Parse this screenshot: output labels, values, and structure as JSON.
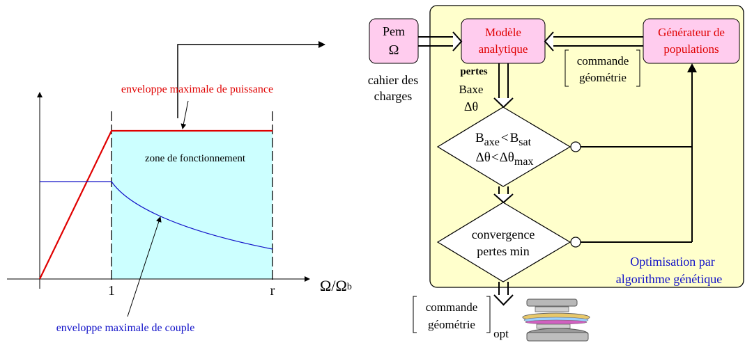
{
  "left_chart": {
    "label_power_envelope": "enveloppe maximale de puissance",
    "label_zone": "zone de fonctionnement",
    "label_torque_envelope": "enveloppe maximale de couple",
    "x_axis_label": "Ω/Ω",
    "x_axis_label_sub": "b",
    "tick_1": "1",
    "tick_r": "r"
  },
  "flow": {
    "input_box": {
      "line1": "Pem",
      "line2": "Ω"
    },
    "input_caption": {
      "line1": "cahier des",
      "line2": "charges"
    },
    "model_box": {
      "line1": "Modèle",
      "line2": "analytique"
    },
    "generator_box": {
      "line1": "Générateur de",
      "line2": "populations"
    },
    "command_top": {
      "line1": "commande",
      "line2": "géométrie"
    },
    "outputs": {
      "line1": "pertes",
      "line2": "Baxe",
      "line3": "Δθ"
    },
    "decision1": {
      "b_main": "B",
      "b_sub": "axe",
      "lt": "<",
      "bsat_main": "B",
      "bsat_sub": "sat",
      "dtheta": "Δθ",
      "lt2": "<",
      "dthetamax_main": "Δθ",
      "dthetamax_sub": "max"
    },
    "decision2": {
      "line1": "convergence",
      "line2": "pertes min"
    },
    "optim_label": {
      "line1": "Optimisation par",
      "line2": "algorithme génétique"
    },
    "command_bottom": {
      "line1": "commande",
      "line2": "géométrie",
      "sub": "opt"
    }
  },
  "colors": {
    "panel_fill": "#ffffcc",
    "box_fill": "#ffccee",
    "zone_fill": "#ccffff",
    "red": "#e00000",
    "blue": "#1010c8"
  }
}
